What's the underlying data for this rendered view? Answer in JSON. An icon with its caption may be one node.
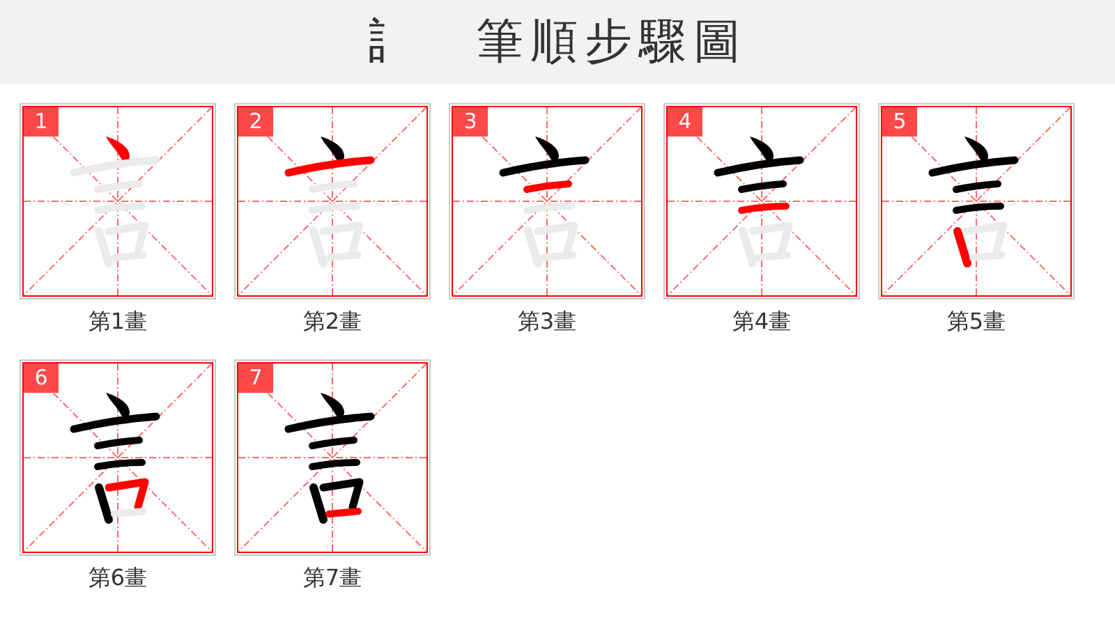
{
  "diagram": {
    "title": "訁　筆順步驟圖",
    "nodes": [
      {
        "text": [
          "1"
        ],
        "beside": [
          "第1畫"
        ]
      },
      {
        "text": [
          "2"
        ],
        "beside": [
          "第2畫"
        ]
      },
      {
        "text": [
          "3"
        ],
        "beside": [
          "第3畫"
        ]
      },
      {
        "text": [
          "4"
        ],
        "beside": [
          "第4畫"
        ]
      },
      {
        "text": [
          "5"
        ],
        "beside": [
          "第5畫"
        ]
      },
      {
        "text": [
          "6"
        ],
        "beside": [
          "第6畫"
        ]
      },
      {
        "text": [
          "7"
        ],
        "beside": [
          "第7畫"
        ]
      }
    ]
  }
}
